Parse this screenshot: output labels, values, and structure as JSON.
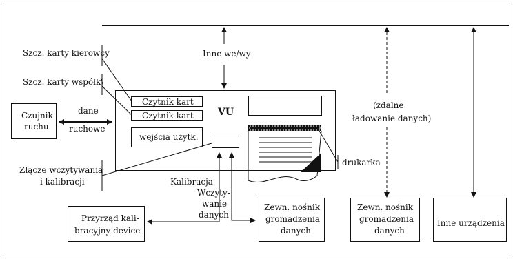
{
  "diagram": {
    "vu_label": "VU",
    "card_reader_1": "Czytnik kart",
    "card_reader_2": "Czytnik kart",
    "user_inputs": "wejścia użytk.",
    "driver_slot": "Szcz. karty kierowcy",
    "codriver_slot": "Szcz. karty współk\\",
    "other_io": "Inne we/wy",
    "motion_sensor": [
      "Czujnik",
      "ruchu"
    ],
    "motion_data": [
      "dane",
      "ruchowe"
    ],
    "calib_connector": [
      "Złącze wczytywania",
      "i kalibracji"
    ],
    "calibration": "Kalibracja",
    "data_download": [
      "Wczyty-",
      "wanie",
      "danych"
    ],
    "remote_download": [
      "(zdalne",
      "ładowanie danych)"
    ],
    "printer": "drukarka",
    "calib_device": [
      "Przyrząd kali-",
      "bracyjny device"
    ],
    "ext_storage_1": [
      "Zewn. nośnik",
      "gromadzenia",
      "danych"
    ],
    "ext_storage_2": [
      "Zewn. nośnik",
      "gromadzenia",
      "danych"
    ],
    "other_devices": "Inne urządzenia"
  }
}
